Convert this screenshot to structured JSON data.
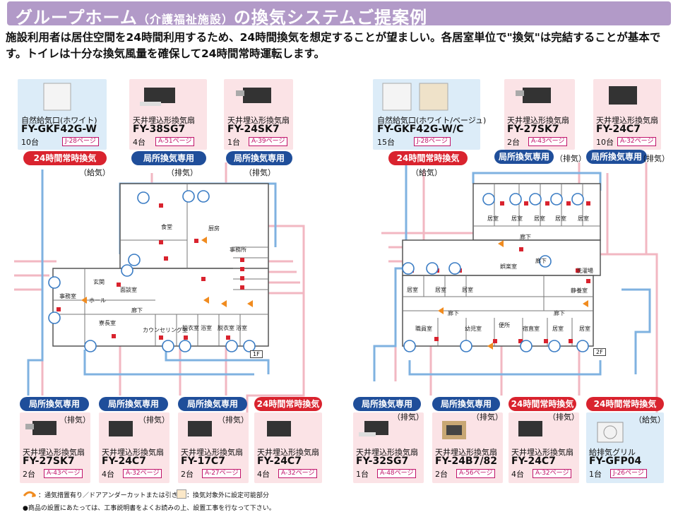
{
  "header": {
    "title_a": "グループホーム",
    "title_b": "（介護福祉施設）",
    "title_c": "の換気システムご提案例"
  },
  "intro": "施設利用者は居住空間を24時間利用するため、24時間換気を想定することが望ましい。各居室単位で\"換気\"は完結することが基本です。トイレは十分な換気風量を確保して24時間常時運転します。",
  "floor1": {
    "label": "1F",
    "top_products": [
      {
        "name": "自然給気口(ホワイト)",
        "model": "FY-GKF42G-W",
        "qty": "10台",
        "ref": "J-28ページ",
        "badge": "24時間常時換気",
        "role": "（給気）"
      },
      {
        "name": "天井埋込形換気扇",
        "model": "FY-38SG7",
        "qty": "4台",
        "ref": "A-51ページ",
        "badge": "局所換気専用",
        "role": "（排気）"
      },
      {
        "name": "天井埋込形換気扇",
        "model": "FY-24SK7",
        "qty": "1台",
        "ref": "A-39ページ",
        "badge": "局所換気専用",
        "role": "（排気）"
      }
    ],
    "bottom_products": [
      {
        "name": "天井埋込形換気扇",
        "model": "FY-27SK7",
        "qty": "2台",
        "ref": "A-43ページ",
        "badge": "局所換気専用",
        "role": "（排気）"
      },
      {
        "name": "天井埋込形換気扇",
        "model": "FY-24C7",
        "qty": "4台",
        "ref": "A-32ページ",
        "badge": "局所換気専用",
        "role": "（排気）"
      },
      {
        "name": "天井埋込形換気扇",
        "model": "FY-17C7",
        "qty": "2台",
        "ref": "A-27ページ",
        "badge": "局所換気専用",
        "role": "（排気）"
      },
      {
        "name": "天井埋込形換気扇",
        "model": "FY-24C7",
        "qty": "4台",
        "ref": "A-32ページ",
        "badge": "24時間常時換気",
        "role": ""
      }
    ],
    "rooms": {
      "shokudo": "食堂",
      "chubo": "厨房",
      "jimu_sm": "事務所",
      "genkan": "玄関",
      "menkai": "面談室",
      "jimushitsu": "事務室",
      "hall": "ホール",
      "roka": "廊下",
      "ryocho": "寮長室",
      "counseling": "カウンセリング室",
      "datsui1": "脱衣室",
      "yoku1": "浴室",
      "datsui2": "脱衣室",
      "yoku2": "浴室"
    }
  },
  "floor2": {
    "label": "2F",
    "top_products": [
      {
        "name": "自然給気口(ホワイト/ベージュ)",
        "model": "FY-GKF42G-W/C",
        "qty": "15台",
        "ref": "J-28ページ",
        "badge": "24時間常時換気",
        "role": "（給気）"
      },
      {
        "name": "天井埋込形換気扇",
        "model": "FY-27SK7",
        "qty": "2台",
        "ref": "A-43ページ",
        "badge": "局所換気専用",
        "role": "（排気）"
      },
      {
        "name": "天井埋込形換気扇",
        "model": "FY-24C7",
        "qty": "10台",
        "ref": "A-32ページ",
        "badge": "局所換気専用",
        "role": "（排気）"
      }
    ],
    "bottom_products": [
      {
        "name": "天井埋込形換気扇",
        "model": "FY-32SG7",
        "qty": "1台",
        "ref": "A-48ページ",
        "badge": "局所換気専用",
        "role": "（排気）"
      },
      {
        "name": "天井埋込形換気扇",
        "model": "FY-24B7/82",
        "qty": "2台",
        "ref": "A-56ページ",
        "badge": "局所換気専用",
        "role": "（排気）"
      },
      {
        "name": "天井埋込形換気扇",
        "model": "FY-24C7",
        "qty": "4台",
        "ref": "A-32ページ",
        "badge": "24時間常時換気",
        "role": "（排気）"
      },
      {
        "name": "給排気グリル",
        "model": "FY-GFP04",
        "qty": "1台",
        "ref": "J-26ページ",
        "badge": "24時間常時換気",
        "role": "（給気）"
      }
    ],
    "rooms": {
      "kyoshitsu": "居室",
      "roka": "廊下",
      "goraku": "娯楽室",
      "sentaku": "洗濯場",
      "seiyo": "静養室",
      "shokuin": "職員室",
      "yoji": "幼児室",
      "benjo": "便所",
      "shukuchoku": "宿直室"
    }
  },
  "legend": {
    "arrow_text": "：通気措置有り／ドアアンダーカットまたは引き戸",
    "box_text": "：換気対象外に設定可能部分",
    "note": "●商品の設置にあたっては、工事説明書をよくお読みの上、設置工事を行なって下さい。"
  },
  "colors": {
    "red": "#d9232e",
    "navy": "#1f4e9a",
    "pink_card": "#fbe3e6",
    "blue_card": "#dcecf8",
    "title": "#b29ac8"
  }
}
